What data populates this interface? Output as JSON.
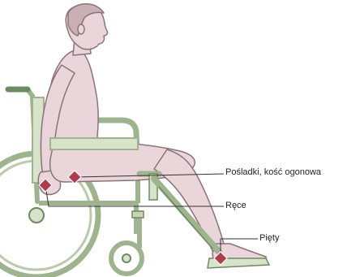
{
  "colors": {
    "skin": "#ead5da",
    "skin_outline": "#8a7479",
    "chair_fill": "#d7e4c9",
    "chair_stroke": "#9db48d",
    "chair_dark": "#6f8a62",
    "marker": "#b23a4a",
    "leader_line": "#333333"
  },
  "icons": {
    "pressure_point_marker": "diamond"
  },
  "callouts": {
    "buttocks_tailbone": "Pośladki, kość ogonowa",
    "hands": "Ręce",
    "heels": "Pięty"
  }
}
